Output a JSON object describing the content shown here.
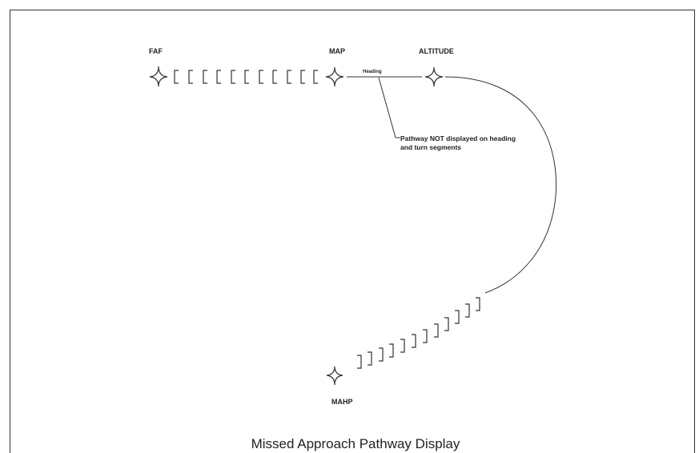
{
  "waypoints": {
    "faf": "FAF",
    "map": "MAP",
    "altitude": "ALTITUDE",
    "mahp": "MAHP"
  },
  "segments": {
    "heading": "Heading"
  },
  "callout": {
    "line1": "Pathway NOT displayed on heading",
    "line2": "and turn segments"
  },
  "caption": "Missed Approach Pathway Display",
  "colors": {
    "line": "#333333",
    "text": "#222222",
    "frame": "#333333"
  },
  "icons": {
    "waypoint": "four-point-star-icon",
    "pathway_box": "bracket-icon"
  }
}
